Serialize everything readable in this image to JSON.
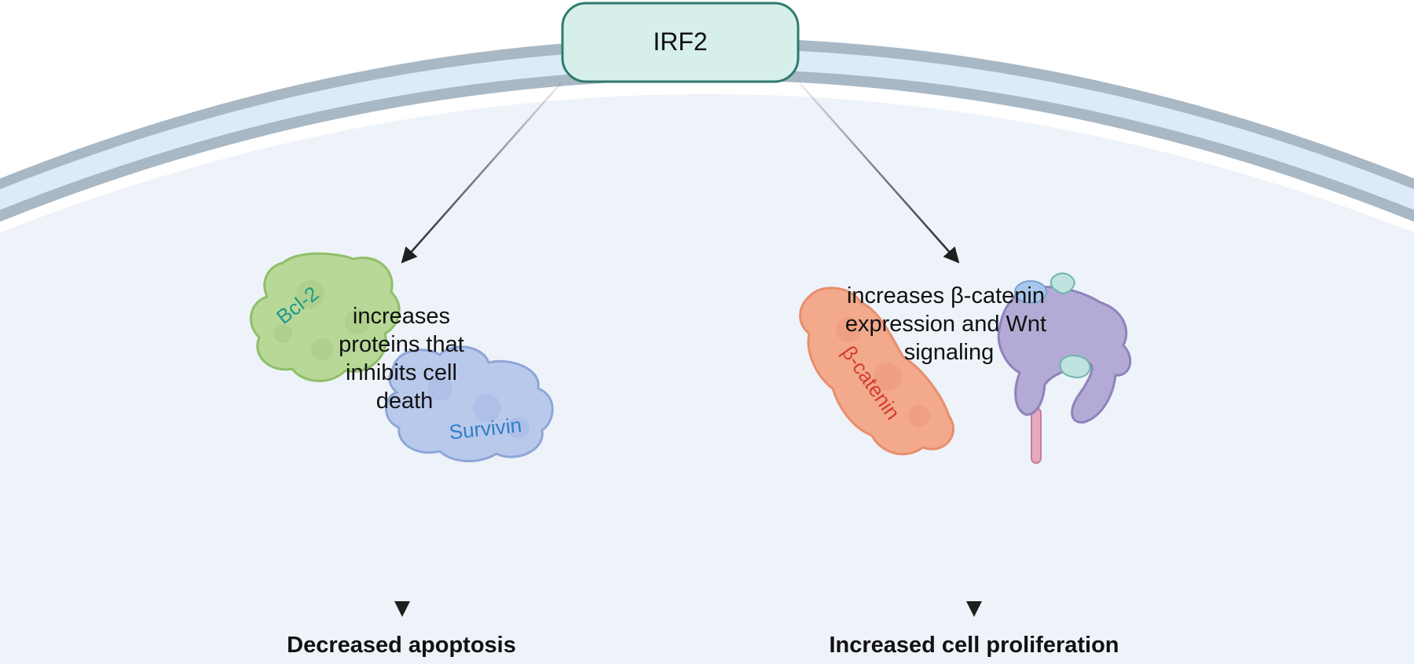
{
  "top_node": {
    "label": "IRF2"
  },
  "left_branch": {
    "proteins": [
      "Bcl-2",
      "Survivin"
    ],
    "description_lines": [
      "increases",
      "proteins that",
      "inhibits cell",
      "death"
    ],
    "outcome": "Decreased apoptosis"
  },
  "right_branch": {
    "proteins": [
      "β-catenin"
    ],
    "description_lines": [
      "increases β-catenin",
      "expression and Wnt",
      "signaling"
    ],
    "outcome": "Increased cell proliferation"
  },
  "colors": {
    "cytoplasm": "#eef2f9",
    "membrane_outer": "#a9b8c5",
    "membrane_inner": "#dcebf7",
    "irf2_fill": "#d6efeb",
    "irf2_stroke": "#2f7a6e",
    "bcl2_fill": "#b8d897",
    "bcl2_text": "#1f9a8c",
    "survivin_fill": "#b9c9ec",
    "survivin_text": "#2f7fc4",
    "bcatenin_fill": "#f2a98c",
    "bcatenin_text": "#d63c2c",
    "receptor_fill": "#b3abd5",
    "arrow": "#1f1f1f"
  }
}
